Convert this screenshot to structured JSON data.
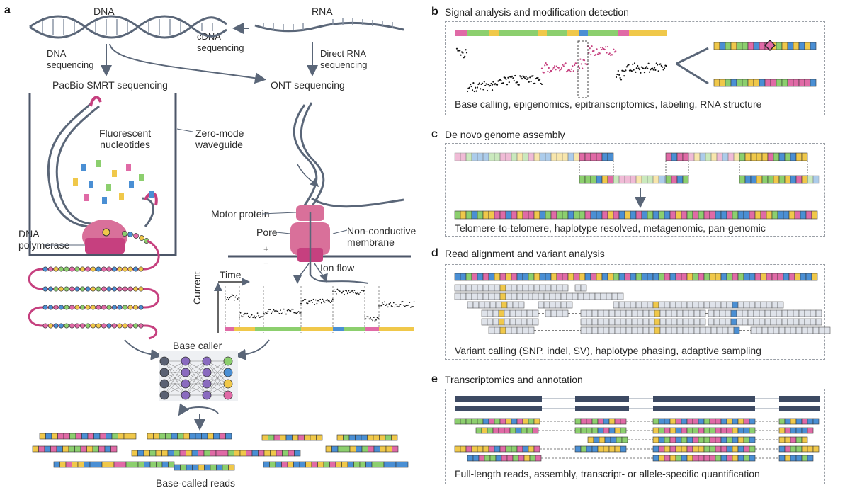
{
  "panel_a": {
    "letter": "a",
    "dna_label": "DNA",
    "rna_label": "RNA",
    "cdna_sequencing": "cDNA\nsequencing",
    "dna_sequencing": "DNA\nsequencing",
    "direct_rna_sequencing": "Direct RNA\nsequencing",
    "pacbio_label": "PacBio SMRT sequencing",
    "ont_label": "ONT sequencing",
    "fluorescent_nucleotides": "Fluorescent\nnucleotides",
    "zero_mode_waveguide": "Zero-mode\nwaveguide",
    "dna_polymerase": "DNA\npolymerase",
    "motor_protein": "Motor protein",
    "pore": "Pore",
    "non_conductive_membrane": "Non-conductive\nmembrane",
    "plus_sign": "+",
    "minus_sign": "−",
    "ion_flow": "Ion flow",
    "time_label": "Time",
    "current_label": "Current",
    "base_caller": "Base caller",
    "base_called_reads": "Base-called reads"
  },
  "panel_b": {
    "letter": "b",
    "title": "Signal analysis and modification detection",
    "caption": "Base calling, epigenomics, epitranscriptomics, labeling, RNA structure"
  },
  "panel_c": {
    "letter": "c",
    "title": "De novo genome assembly",
    "caption": "Telomere-to-telomere, haplotype resolved, metagenomic, pan-genomic"
  },
  "panel_d": {
    "letter": "d",
    "title": "Read alignment and variant analysis",
    "caption": "Variant calling (SNP, indel, SV), haplotype phasing, adaptive sampling"
  },
  "panel_e": {
    "letter": "e",
    "title": "Transcriptomics and annotation",
    "caption": "Full-length reads, assembly, transcript- or allele-specific quantification"
  },
  "colors": {
    "strand": "#5a6678",
    "magenta": "#c6407f",
    "pink_protein": "#d9709a",
    "green": "#8ccf6e",
    "yellow": "#f0c84a",
    "blue": "#4a8fd4",
    "pink": "#e06aa6",
    "grey_block": "#dfe3ea",
    "dark_exon": "#3d4a63",
    "node_purple": "#8a6bbf",
    "node_grey": "#5a6172"
  }
}
